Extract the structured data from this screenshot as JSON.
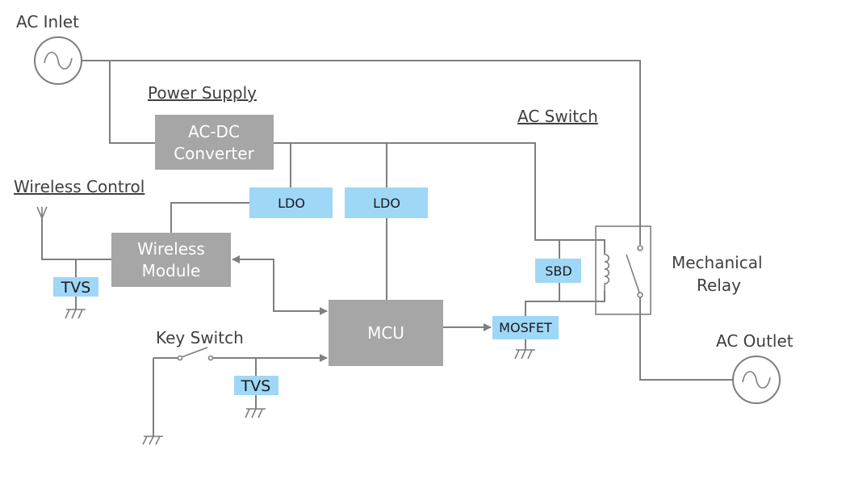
{
  "title_labels": {
    "ac_inlet": "AC Inlet",
    "power_supply": "Power Supply",
    "ac_switch": "AC Switch",
    "wireless_control": "Wireless Control",
    "key_switch": "Key Switch",
    "mechanical_relay_line1": "Mechanical",
    "mechanical_relay_line2": "Relay",
    "ac_outlet": "AC Outlet"
  },
  "blocks": {
    "acdc_line1": "AC-DC",
    "acdc_line2": "Converter",
    "wireless_line1": "Wireless",
    "wireless_line2": "Module",
    "mcu": "MCU"
  },
  "components": {
    "ldo_1": "LDO",
    "ldo_2": "LDO",
    "tvs_wireless": "TVS",
    "tvs_key": "TVS",
    "sbd": "SBD",
    "mosfet": "MOSFET"
  },
  "colors": {
    "block_gray": "#a6a6a6",
    "component_blue": "#9fd7f7",
    "wire": "#7f7f7f",
    "text": "#404040"
  }
}
